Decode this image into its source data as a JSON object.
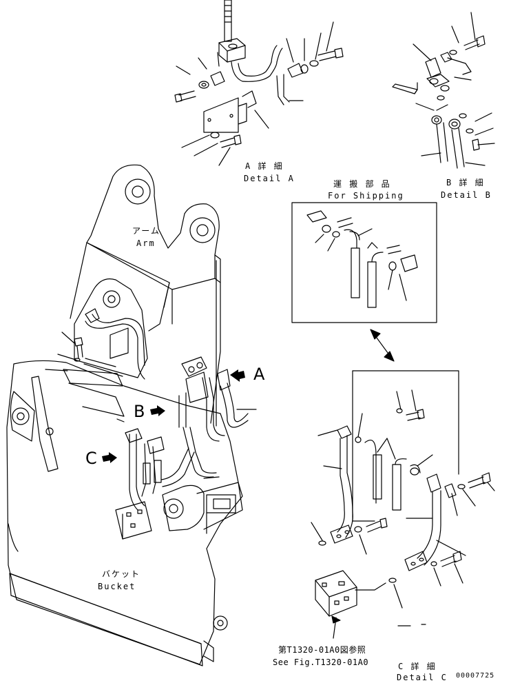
{
  "labels": {
    "detail_a_jp": "A 詳 細",
    "detail_a_en": "Detail A",
    "detail_b_jp": "B 詳 細",
    "detail_b_en": "Detail B",
    "detail_c_jp": "C 詳 細",
    "detail_c_en": "Detail C",
    "shipping_jp": "運 搬 部 品",
    "shipping_en": "For Shipping",
    "arm_jp": "アーム",
    "arm_en": "Arm",
    "bucket_jp": "バケット",
    "bucket_en": "Bucket",
    "ref_jp": "第T1320-01A0図参照",
    "ref_en": "See Fig.T1320-01A0",
    "callout_a": "A",
    "callout_b": "B",
    "callout_c": "C",
    "drawing_no": "00007725"
  },
  "colors": {
    "line": "#000000",
    "background": "#ffffff"
  }
}
